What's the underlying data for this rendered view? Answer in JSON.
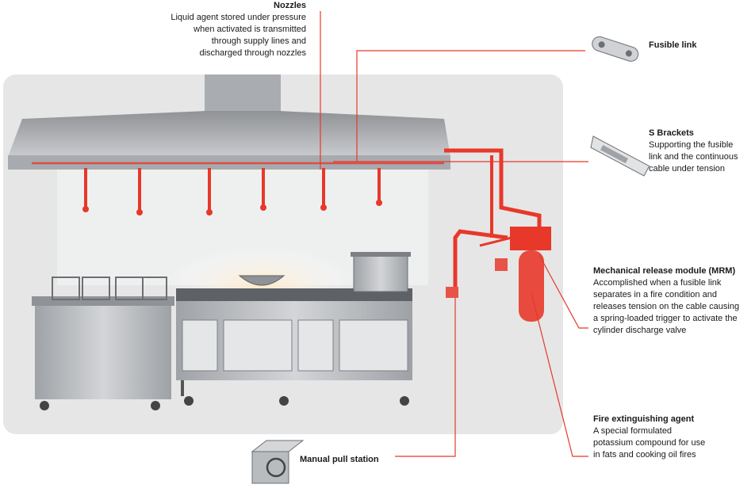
{
  "labels": {
    "nozzles": {
      "title": "Nozzles",
      "desc": "Liquid agent stored under pressure\nwhen activated is transmitted\nthrough supply lines and\ndischarged through nozzles"
    },
    "fusible_link": {
      "title": "Fusible link"
    },
    "s_brackets": {
      "title": "S Brackets",
      "desc": "Supporting the fusible\nlink and the continuous\ncable under tension"
    },
    "mrm": {
      "title": "Mechanical release module (MRM)",
      "desc": "Accomplished when a fusible link\nseparates in a fire condition and\nreleases tension on the cable causing\na spring-loaded trigger to activate the\ncylinder discharge valve"
    },
    "agent": {
      "title": "Fire extinguishing agent",
      "desc": "A special formulated\npotassium compound for use\nin fats and cooking oil fires"
    },
    "pull_station": {
      "title": "Manual pull station"
    }
  },
  "colors": {
    "accent": "#e8382a",
    "backdrop": "#e6e6e6",
    "steel": "#b9bcbf"
  }
}
